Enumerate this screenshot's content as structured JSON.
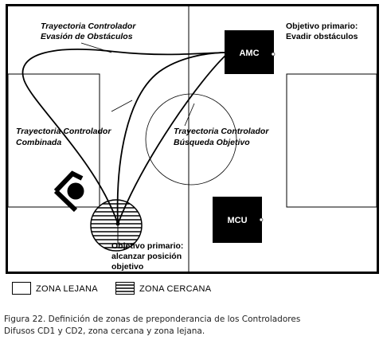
{
  "labels": {
    "trayectoria_evasion": [
      "Trayectoria Controlador",
      "Evasión de Obstáculos"
    ],
    "trayectoria_combinada": [
      "Trayectoria Controlador",
      "Combinada"
    ],
    "trayectoria_busqueda": [
      "Trayectoria Controlador",
      "Búsqueda Objetivo"
    ],
    "objetivo_evadir": [
      "Objetivo primario:",
      "Evadir obstáculos"
    ],
    "objetivo_alcanzar": [
      "Objetivo primario:",
      "alcanzar posición",
      "objetivo"
    ]
  },
  "robots": {
    "amc": "AMC",
    "mcu": "MCU"
  },
  "legend": {
    "lejana": "ZONA LEJANA",
    "cercana": "ZONA CERCANA"
  },
  "caption": [
    "Figura 22. Definición de zonas de preponderancia de los Controladores",
    "Difusos CD1 y CD2, zona cercana y zona lejana."
  ],
  "colors": {
    "ink": "#000000",
    "paper": "#ffffff"
  }
}
